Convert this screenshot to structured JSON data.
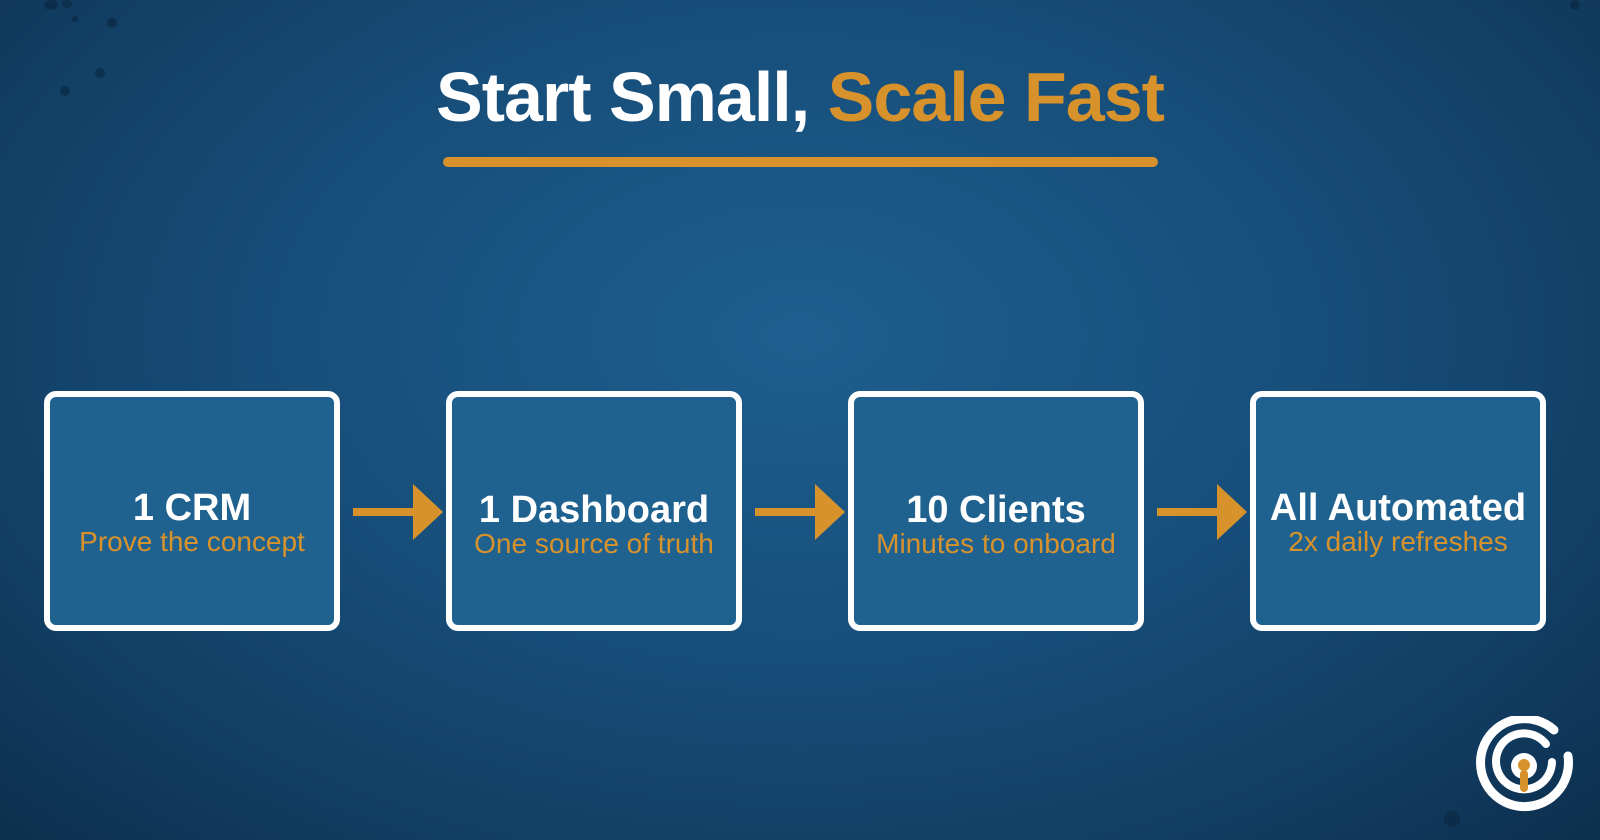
{
  "title": {
    "part1": "Start Small, ",
    "part2": "Scale Fast"
  },
  "colors": {
    "accent": "#d8922c",
    "box_fill": "#1f6290",
    "background": "#174e7a"
  },
  "steps": [
    {
      "title": "1 CRM",
      "subtitle": "Prove the concept"
    },
    {
      "title": "1 Dashboard",
      "subtitle": "One source of truth"
    },
    {
      "title": "10 Clients",
      "subtitle": "Minutes to onboard"
    },
    {
      "title": "All Automated",
      "subtitle": "2x daily refreshes"
    }
  ],
  "connectors": [
    "arrow-right-icon",
    "arrow-right-icon",
    "arrow-right-icon"
  ],
  "logo": {
    "icon": "target-keyhole-logo-icon"
  }
}
